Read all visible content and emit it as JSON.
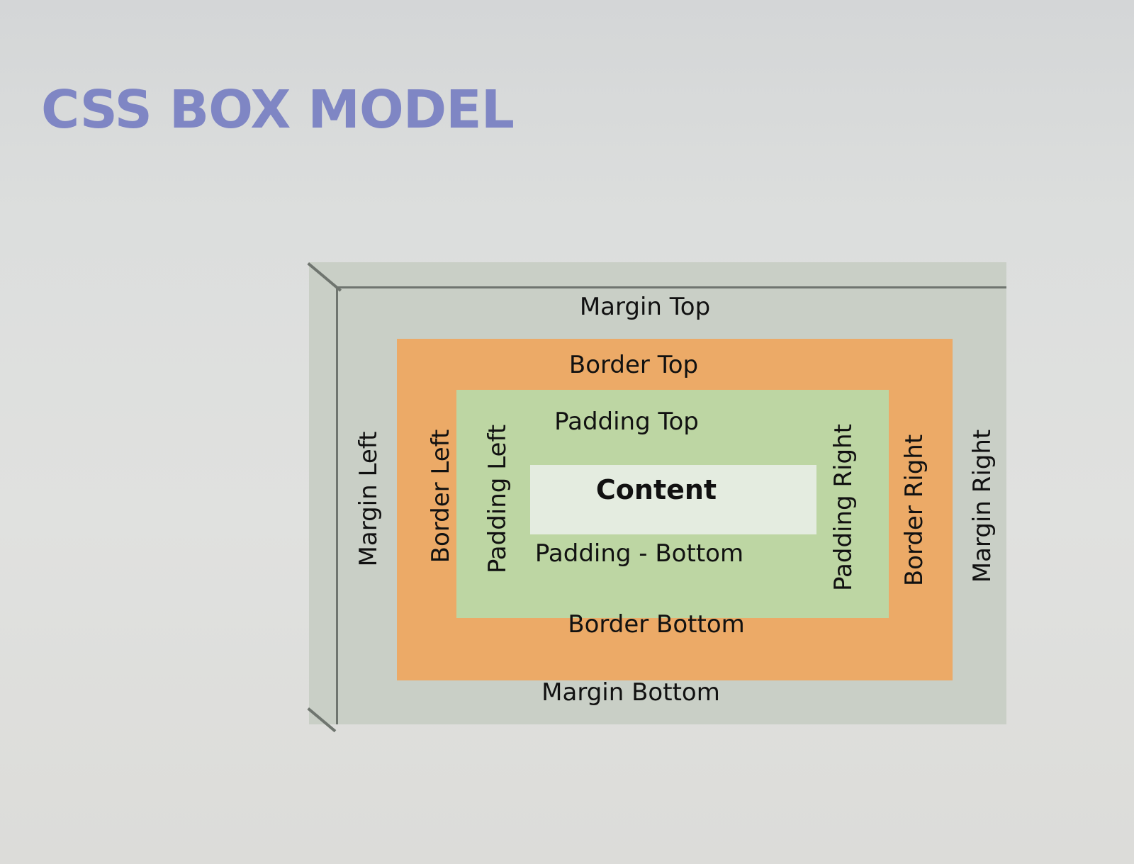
{
  "title": "CSS BOX MODEL",
  "diagram": {
    "margin": {
      "top": "Margin Top",
      "bottom": "Margin Bottom",
      "left": "Margin Left",
      "right": "Margin Right"
    },
    "border": {
      "top": "Border Top",
      "bottom": "Border Bottom",
      "left": "Border Left",
      "right": "Border Right"
    },
    "padding": {
      "top": "Padding Top",
      "bottom": "Padding - Bottom",
      "left": "Padding Left",
      "right": "Padding Right"
    },
    "content": "Content"
  },
  "colors": {
    "title": "#7f86c4",
    "margin": "#c9cfc6",
    "border": "#ecaa67",
    "padding": "#bdd6a3",
    "content": "#e4ece0"
  }
}
